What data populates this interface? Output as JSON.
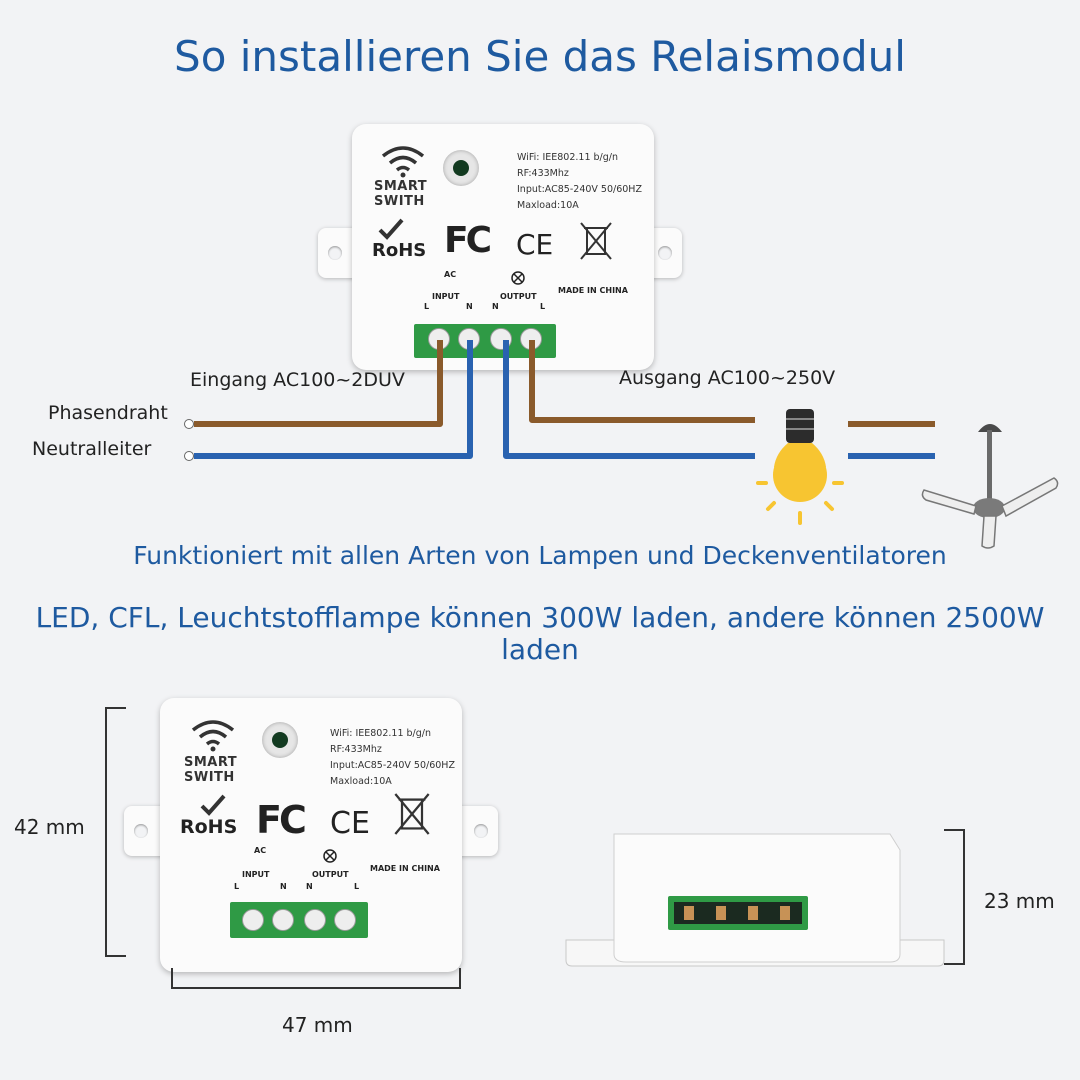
{
  "title": "So installieren Sie das Relaismodul",
  "module": {
    "brand_line1": "SMART",
    "brand_line2": "SWITH",
    "spec_wifi": "WiFi: IEE802.11 b/g/n",
    "spec_rf": "RF:433Mhz",
    "spec_input": "Input:AC85-240V 50/60HZ",
    "spec_load": "Maxload:10A",
    "rohs": "RoHS",
    "fc": "FC",
    "ce": "CE",
    "ac": "AC",
    "input": "INPUT",
    "output": "OUTPUT",
    "made_in": "MADE IN CHINA",
    "term_l": "L",
    "term_n": "N"
  },
  "wiring": {
    "input_label": "Eingang AC100~2DUV",
    "output_label": "Ausgang AC100~250V",
    "phase_label": "Phasendraht",
    "neutral_label": "Neutralleiter",
    "phase_color": "#8a5a2b",
    "neutral_color": "#2962b0"
  },
  "caption1": "Funktioniert mit allen Arten von Lampen und Deckenventilatoren",
  "caption2": "LED, CFL, Leuchtstofflampe können 300W laden, andere können 2500W laden",
  "dimensions": {
    "height": "42 mm",
    "width": "47 mm",
    "depth": "23 mm"
  },
  "icons": [
    "wifi-icon",
    "check-icon",
    "weee-bin-icon",
    "lamp-icon",
    "light-bulb-icon",
    "ceiling-fan-icon"
  ],
  "accent_color": "#1e5aa0"
}
